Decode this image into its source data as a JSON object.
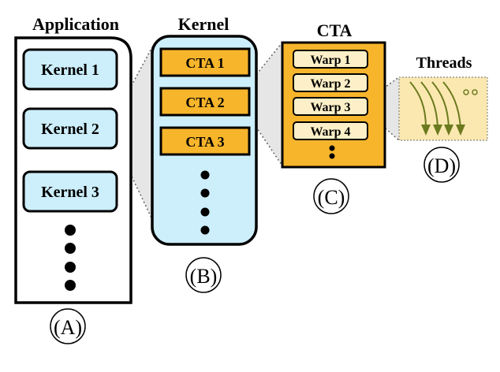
{
  "application": {
    "title": "Application",
    "kernels": [
      "Kernel 1",
      "Kernel 2",
      "Kernel 3"
    ],
    "tag": "(A)"
  },
  "kernel": {
    "title": "Kernel",
    "ctas": [
      "CTA 1",
      "CTA 2",
      "CTA 3"
    ],
    "tag": "(B)"
  },
  "cta": {
    "title": "CTA",
    "warps": [
      "Warp 1",
      "Warp 2",
      "Warp 3",
      "Warp 4"
    ],
    "tag": "(C)"
  },
  "threads": {
    "title": "Threads",
    "tag": "(D)"
  },
  "colors": {
    "light_blue": "#cdeefb",
    "orange": "#f7b52c",
    "cream": "#fdf0c8",
    "thread_box": "#fbe8b0",
    "thread_line": "#6b7a1e"
  }
}
